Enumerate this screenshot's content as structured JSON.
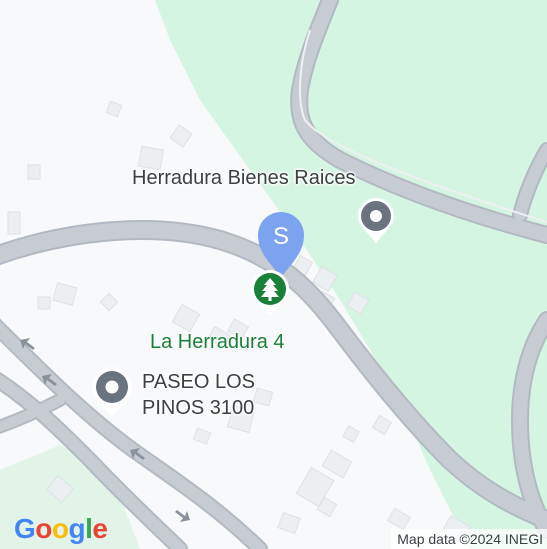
{
  "map": {
    "labels": {
      "business": "Herradura Bienes Raices",
      "park": "La Herradura 4",
      "paseo_line1": "PASEO LOS",
      "paseo_line2": "PINOS 3100"
    },
    "marker": {
      "letter": "S"
    },
    "colors": {
      "background": "#f8f9fa",
      "park_green": "#d4f5e2",
      "road": "#c7ccd3",
      "road_edge": "#b3b9c2",
      "building": "#eceff1",
      "marker_blue": "#7ba3f0",
      "park_pin": "#188038",
      "poi_pin": "#6b7280"
    },
    "icons": [
      "marker-pin-icon",
      "tree-icon",
      "poi-pin-icon",
      "arrow-icon"
    ]
  },
  "footer": {
    "logo": [
      "G",
      "o",
      "o",
      "g",
      "l",
      "e"
    ],
    "logo_colors": [
      "#4285F4",
      "#EA4335",
      "#FBBC05",
      "#4285F4",
      "#34A853",
      "#EA4335"
    ],
    "attribution": "Map data ©2024 INEGI"
  }
}
